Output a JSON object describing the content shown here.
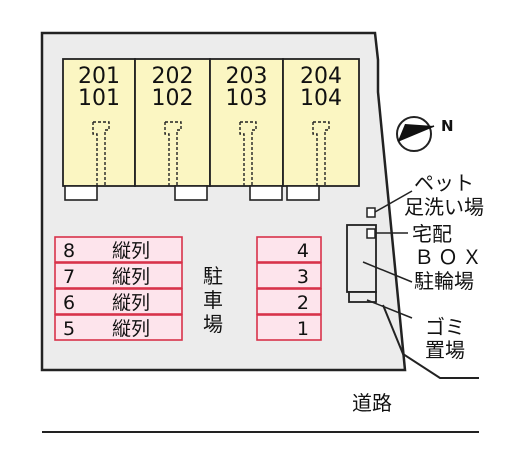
{
  "colors": {
    "lot_fill": "#ececec",
    "unit_fill": "#fbf6c2",
    "spot_fill": "#fde4ec",
    "spot_border": "#d8324a",
    "line": "#222222"
  },
  "units": [
    {
      "upper": "201",
      "lower": "101"
    },
    {
      "upper": "202",
      "lower": "102"
    },
    {
      "upper": "203",
      "lower": "103"
    },
    {
      "upper": "204",
      "lower": "104"
    }
  ],
  "parking_left": [
    {
      "num": "8",
      "label": "縦列"
    },
    {
      "num": "7",
      "label": "縦列"
    },
    {
      "num": "6",
      "label": "縦列"
    },
    {
      "num": "5",
      "label": "縦列"
    }
  ],
  "parking_right": [
    {
      "num": "4"
    },
    {
      "num": "3"
    },
    {
      "num": "2"
    },
    {
      "num": "1"
    }
  ],
  "parking_label": [
    "駐",
    "車",
    "場"
  ],
  "compass": {
    "letter": "N",
    "icon": "north-arrow-icon"
  },
  "labels": {
    "pet_line1": "ペット",
    "pet_line2": "足洗い場",
    "delivery_line1": "宅配",
    "delivery_line2": "ＢＯＸ",
    "bicycle": "駐輪場",
    "garbage_line1": "ゴミ",
    "garbage_line2": "置場",
    "road": "道路"
  }
}
